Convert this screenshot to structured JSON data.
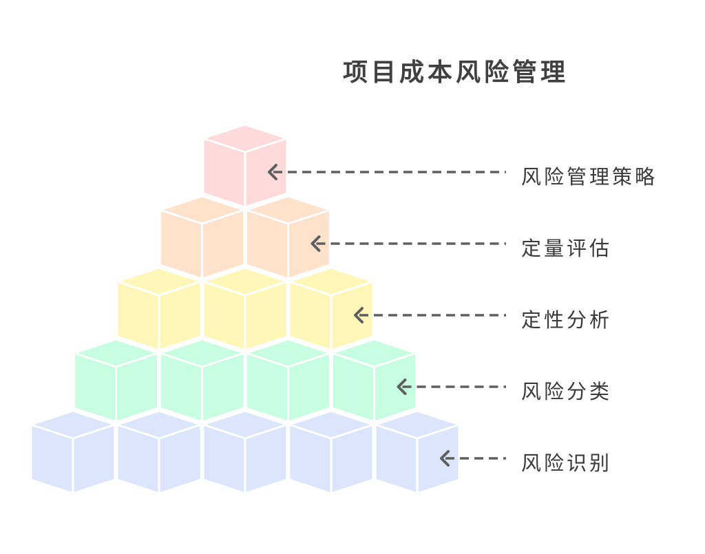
{
  "title": "项目成本风险管理",
  "layers": [
    {
      "label": "风险管理策略",
      "color": "#ffdada",
      "cubes": 1
    },
    {
      "label": "定量评估",
      "color": "#ffe2cc",
      "cubes": 2
    },
    {
      "label": "定性分析",
      "color": "#fff6b8",
      "cubes": 3
    },
    {
      "label": "风险分类",
      "color": "#c7fde2",
      "cubes": 4
    },
    {
      "label": "风险识别",
      "color": "#dbe6fc",
      "cubes": 5
    }
  ],
  "colors": {
    "edge": "#ffffff",
    "arrow": "#5f5f5f",
    "text": "#3a3a3a"
  }
}
